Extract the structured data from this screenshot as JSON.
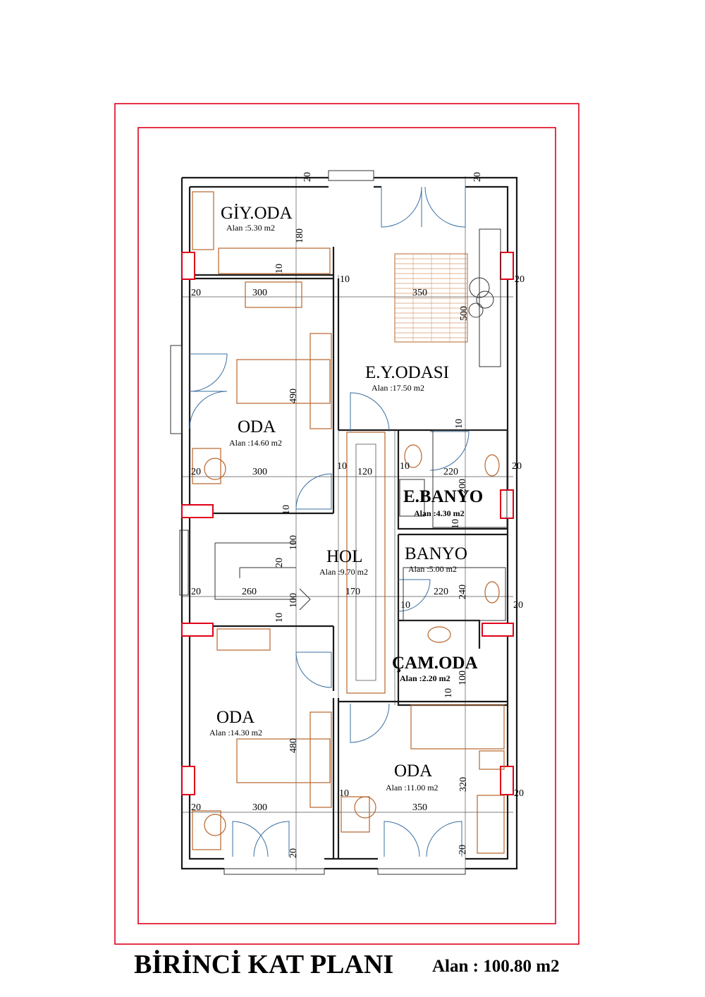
{
  "sheet": {
    "title": "BİRİNCİ KAT PLANI",
    "total_area": "Alan : 100.80 m2",
    "frame_color": "#e0001a",
    "furniture_color": "#b8642a",
    "door_color": "#3a6fa0"
  },
  "rooms": {
    "giy_oda": {
      "name": "GİY.ODA",
      "area": "Alan :5.30 m2"
    },
    "ey_odasi": {
      "name": "E.Y.ODASI",
      "area": "Alan :17.50 m2"
    },
    "oda_1": {
      "name": "ODA",
      "area": "Alan :14.60 m2"
    },
    "e_banyo": {
      "name": "E.BANYO",
      "area": "Alan :4.30 m2"
    },
    "hol": {
      "name": "HOL",
      "area": "Alan :9.70 m2"
    },
    "banyo": {
      "name": "BANYO",
      "area": "Alan :5.00 m2"
    },
    "cam_oda": {
      "name": "ÇAM.ODA",
      "area": "Alan :2.20 m2"
    },
    "oda_2": {
      "name": "ODA",
      "area": "Alan :14.30 m2"
    },
    "oda_3": {
      "name": "ODA",
      "area": "Alan :11.00 m2"
    }
  },
  "dimensions": {
    "d_20_top_l": "20",
    "d_20_top_r": "20",
    "d_180": "180",
    "d_10_a": "10",
    "d_10_b": "10",
    "d_20_ra": "20",
    "d_20_la": "20",
    "d_300_a": "300",
    "d_350_a": "350",
    "d_500": "500",
    "d_490": "490",
    "d_10_c": "10",
    "d_20_lb": "20",
    "d_300_b": "300",
    "d_10_d": "10",
    "d_120": "120",
    "d_10_e": "10",
    "d_220_a": "220",
    "d_20_rb": "20",
    "d_200": "200",
    "d_10_f": "10",
    "d_10_g": "10",
    "d_100_a": "100",
    "d_20_mid": "20",
    "d_20_lc": "20",
    "d_260": "260",
    "d_100_b": "100",
    "d_170": "170",
    "d_220_b": "220",
    "d_240": "240",
    "d_10_h": "10",
    "d_20_rc": "20",
    "d_10_i": "10",
    "d_100_c": "100",
    "d_10_j": "10",
    "d_480": "480",
    "d_320": "320",
    "d_20_rd": "20",
    "d_10_k": "10",
    "d_20_ld": "20",
    "d_300_c": "300",
    "d_350_b": "350",
    "d_20_bl": "20",
    "d_20_br": "20"
  }
}
